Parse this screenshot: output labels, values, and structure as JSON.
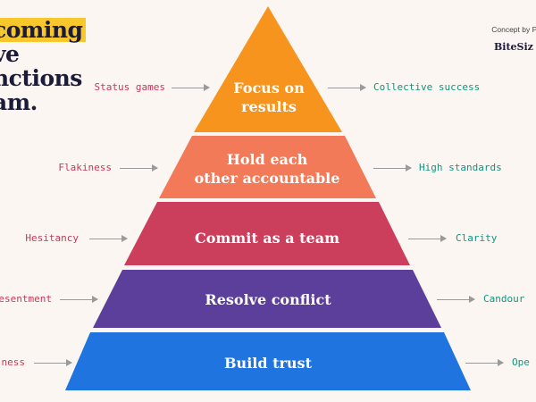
{
  "title": {
    "line1": "coming",
    "line2": "ve",
    "line3": "nctions",
    "line4": "am."
  },
  "credit": {
    "text": "Concept by Pa",
    "brand": "BiteSiz"
  },
  "levels": [
    {
      "label": "Focus on results",
      "label_lines": [
        "Focus on",
        "results"
      ],
      "color": "#f7941d",
      "left": "Status games",
      "right": "Collective success"
    },
    {
      "label": "Hold each other accountable",
      "label_lines": [
        "Hold each",
        "other accountable"
      ],
      "color": "#f27a58",
      "left": "Flakiness",
      "right": "High standards"
    },
    {
      "label": "Commit as a team",
      "label_lines": [
        "Commit as a team"
      ],
      "color": "#cc3f5c",
      "left": "Hesitancy",
      "right": "Clarity"
    },
    {
      "label": "Resolve conflict",
      "label_lines": [
        "Resolve conflict"
      ],
      "color": "#5c3f9b",
      "left": "esentment",
      "right": "Candour"
    },
    {
      "label": "Build trust",
      "label_lines": [
        "Build trust"
      ],
      "color": "#1f74e0",
      "left": "ness",
      "right": "Ope"
    }
  ]
}
